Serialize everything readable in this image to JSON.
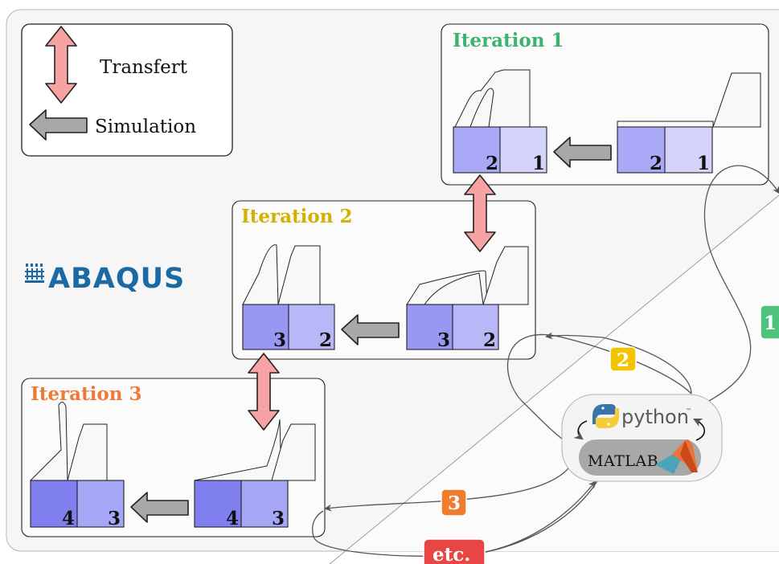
{
  "legend": {
    "transfer_label": "Transfert",
    "simulation_label": "Simulation"
  },
  "abaqus": {
    "logo_text": "ABAQUS",
    "brand_color": "#1b6aa3"
  },
  "iterations": [
    {
      "title": "Iteration 1",
      "color": "#3cb371",
      "left_blocks": [
        "2",
        "1"
      ],
      "right_blocks": [
        "2",
        "1"
      ]
    },
    {
      "title": "Iteration 2",
      "color": "#d4b000",
      "left_blocks": [
        "3",
        "2"
      ],
      "right_blocks": [
        "3",
        "2"
      ]
    },
    {
      "title": "Iteration 3",
      "color": "#ee7a3a",
      "left_blocks": [
        "4",
        "3"
      ],
      "right_blocks": [
        "4",
        "3"
      ]
    }
  ],
  "tools": {
    "python_label": "python",
    "python_tm": "™",
    "matlab_label": "MATLAB"
  },
  "steps": [
    {
      "label": "1",
      "color": "#4cc27a"
    },
    {
      "label": "2",
      "color": "#f2c500"
    },
    {
      "label": "3",
      "color": "#f07d2e"
    },
    {
      "label": "etc.",
      "color": "#e84545"
    }
  ],
  "colors": {
    "transfer_arrow": "#f7a3a3",
    "simulation_arrow": "#a8a8a8",
    "block_dark_1": "#a9a9f7",
    "block_light_1": "#d4d4fb",
    "block_dark_2": "#9898f4",
    "block_light_2": "#b8b8f8",
    "block_dark_3": "#7f7ff0",
    "block_light_3": "#a6a6f6"
  }
}
